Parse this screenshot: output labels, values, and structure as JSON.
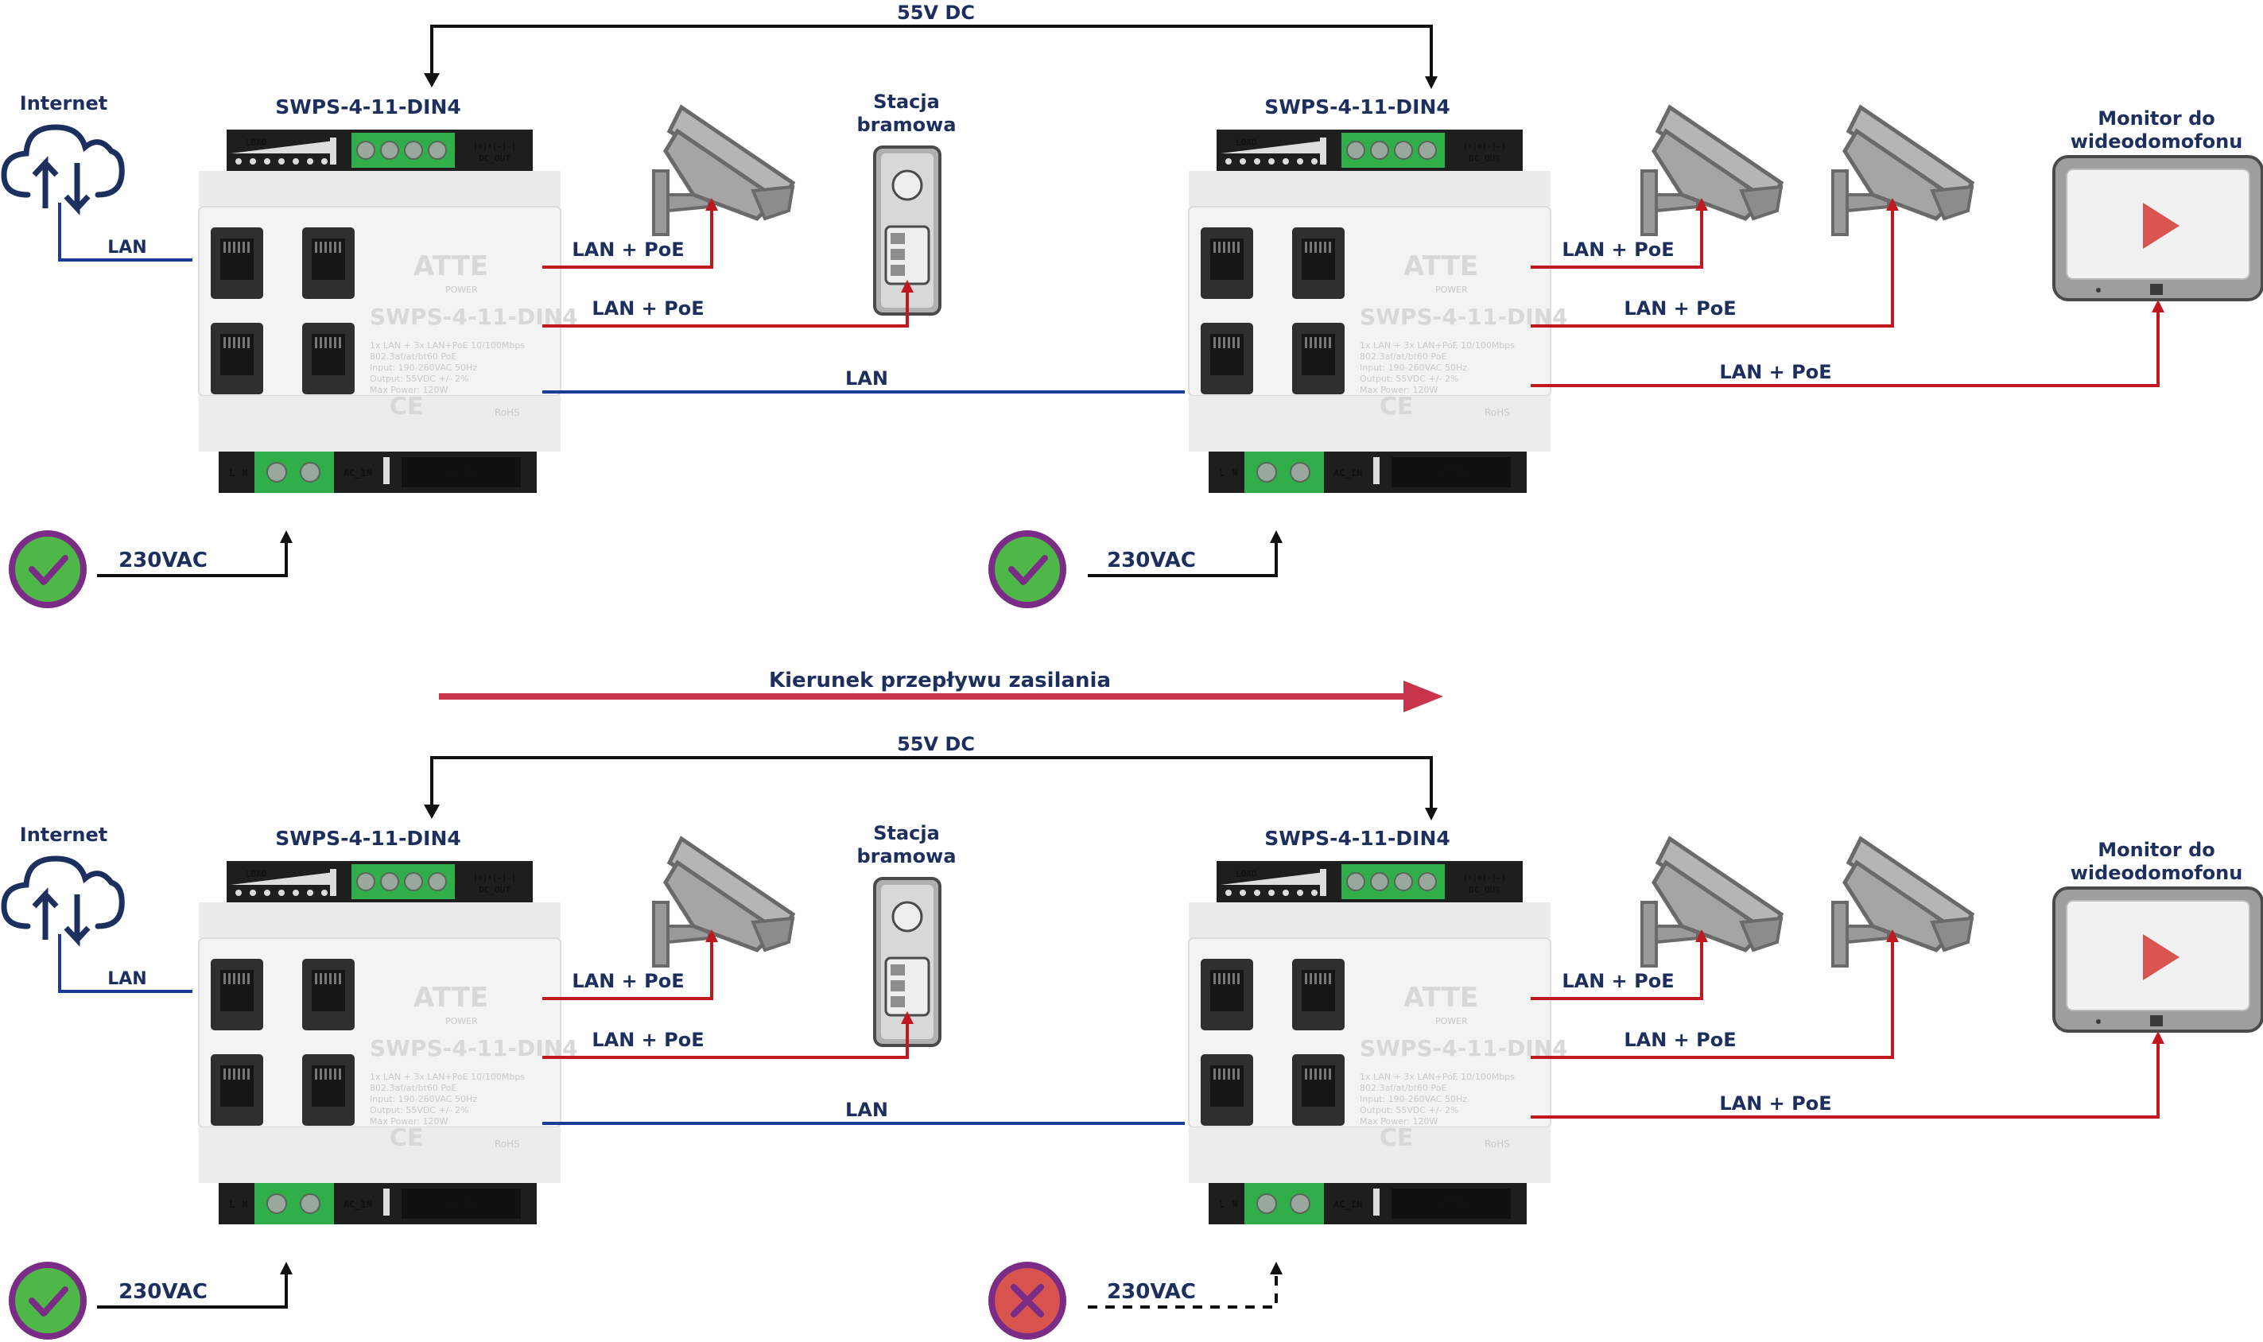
{
  "top_dc_label": "55V DC",
  "bottom_dc_label": "55V DC",
  "flow_label": "Kierunek przepływu zasilania",
  "internet_label": "Internet",
  "lan_label": "LAN",
  "lan_poe_label": "LAN + PoE",
  "switch_model": "SWPS-4-11-DIN4",
  "gate_station_label_line1": "Stacja",
  "gate_station_label_line2": "bramowa",
  "monitor_label_line1": "Monitor do",
  "monitor_label_line2": "wideodomofonu",
  "ac_label": "230VAC",
  "device": {
    "load_label": "LOAD",
    "dc_out_label": "DC_OUT",
    "ac_in_label": "AC_IN",
    "l_label": "L",
    "n_label": "N",
    "brand": "ATTE",
    "brand_sub": "POWER",
    "spec_lines": [
      "1x LAN + 3x LAN+PoE 10/100Mbps",
      "802.3af/at/bt60 PoE",
      "Input: 190-260VAC 50Hz",
      "Output: 55VDC +/- 2%",
      "Max Power: 120W"
    ],
    "rohs": "RoHS",
    "ce": "CE"
  },
  "colors": {
    "navy": "#1d2f5e",
    "poe_red": "#c0181f",
    "lan_blue": "#1a3b96",
    "flow_arrow": "#c8354a",
    "status_ok": "#4db848",
    "status_fail": "#d9534f",
    "status_ring": "#7a2c86"
  },
  "rows": [
    {
      "left_switch_status": "ok",
      "right_switch_status": "ok"
    },
    {
      "left_switch_status": "ok",
      "right_switch_status": "fail"
    }
  ]
}
